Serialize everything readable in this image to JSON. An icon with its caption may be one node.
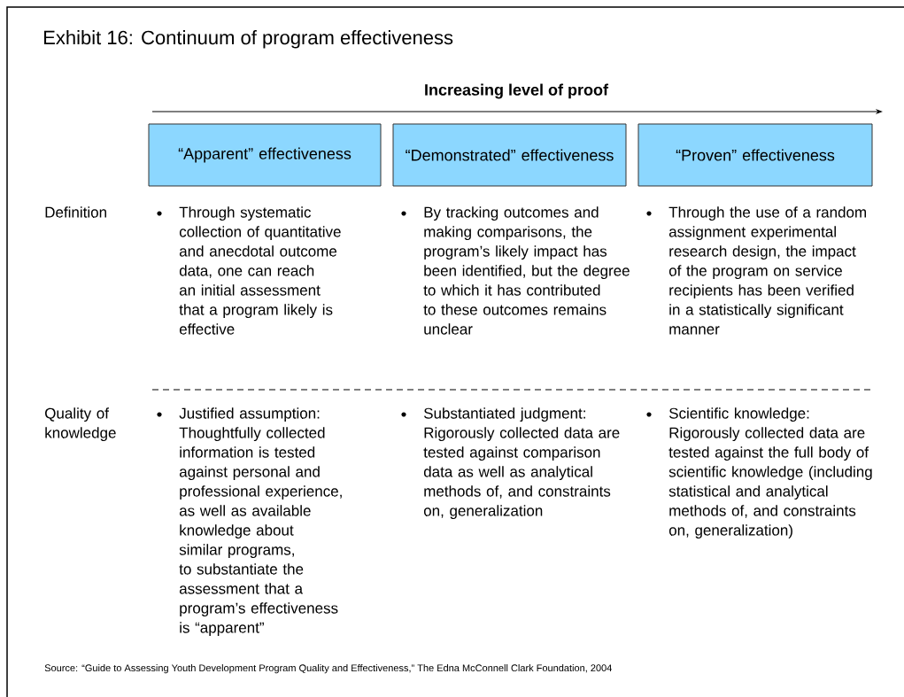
{
  "diagram": {
    "title": "Exhibit 16: Continuum of program effectiveness",
    "caption": "Source: “Guide to Assessing Youth Development Program Quality and Effectiveness,” The Edna McConnell Clark Foundation, 2004",
    "nodes": [
      {
        "text": [
          "“Apparent” effectiveness"
        ]
      },
      {
        "text": [
          "“Demonstrated” effectiveness"
        ]
      },
      {
        "text": [
          "“Proven” effectiveness"
        ]
      }
    ],
    "labels": [
      "Increasing level of proof",
      "Definition",
      "Through systematic collection of quantitative and anecdotal outcome data, one can reach an initial assessment that a program likely is effective",
      "By tracking outcomes and making comparisons, the program’s likely impact has been identified, but the degree to which it has contributed to these outcomes remains unclear",
      "Through the use of a random assignment experimental research design, the impact of the program on service recipients has been verified in a statistically significant manner",
      "Quality of knowledge",
      "Justified assumption: Thoughtfully collected information is tested against personal and professional experience, as well as available knowledge about similar programs, to substantiate the assessment that a program’s effectiveness is “apparent”",
      "Substantiated judgment: Rigorously collected data are tested against comparison data as well as analytical methods of, and constraints on, generalization",
      "Scientific knowledge: Rigorously collected data are tested against the full body of scientific knowledge (including statistical and analytical methods of, and constraints on, generalization)"
    ]
  }
}
